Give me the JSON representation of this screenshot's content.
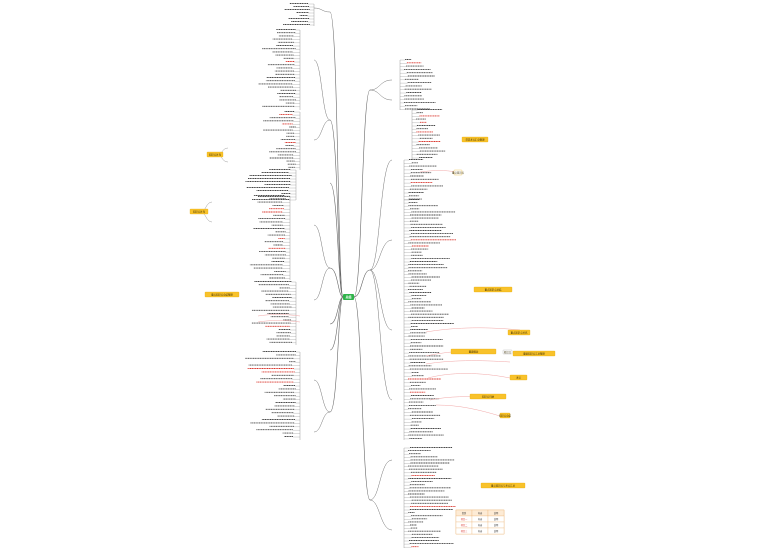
{
  "root": {
    "label": "总结"
  },
  "colors": {
    "root": "#2fb34a",
    "note_fill": "#f8c22b",
    "note_stroke": "#e5a800",
    "line": "#555555",
    "accent_red": "#d9342b",
    "highlight_line": "#f2a8a8"
  },
  "notes": [
    {
      "label": "知识点补充"
    },
    {
      "label": "知识点补充"
    },
    {
      "label": "重点知识点总结整理"
    },
    {
      "label": "常见考点汇总整理"
    },
    {
      "label": "重点知识点总结"
    },
    {
      "label": "重点知识点补充"
    },
    {
      "label": "重要概念"
    },
    {
      "label": "重要知识点汇总整理"
    },
    {
      "label": "考点"
    },
    {
      "label": "知识点归纳"
    },
    {
      "label": "知识点总结"
    },
    {
      "label": "重点知识点"
    },
    {
      "label": "知识点"
    },
    {
      "label": "重点知识点与考点汇总"
    }
  ],
  "legend_table": {
    "rows": [
      [
        "类别",
        "内容",
        "说明"
      ],
      [
        "项目一",
        "内容",
        "说明"
      ],
      [
        "项目二",
        "内容",
        "说明"
      ],
      [
        "项目三",
        "内容",
        "说明"
      ]
    ]
  }
}
